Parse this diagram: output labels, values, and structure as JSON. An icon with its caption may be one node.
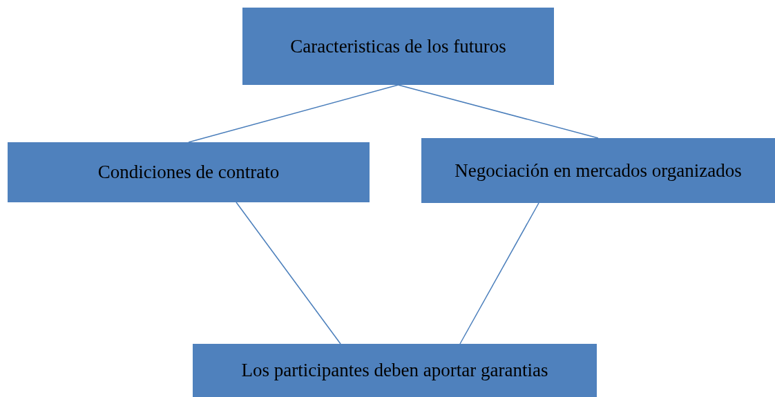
{
  "diagram": {
    "nodes": [
      {
        "text": [
          "Caracteristicas de los futuros"
        ]
      },
      {
        "text": [
          "Condiciones de contrato"
        ]
      },
      {
        "text": [
          "Negociación en mercados organizados"
        ]
      },
      {
        "text": [
          "Los participantes deben aportar garantias"
        ]
      }
    ],
    "edges": [
      {
        "from": 0,
        "to": 1,
        "arrow": "none"
      },
      {
        "from": 0,
        "to": 2,
        "arrow": "none"
      },
      {
        "from": 1,
        "to": 3,
        "arrow": "none"
      },
      {
        "from": 2,
        "to": 3,
        "arrow": "none"
      }
    ]
  }
}
